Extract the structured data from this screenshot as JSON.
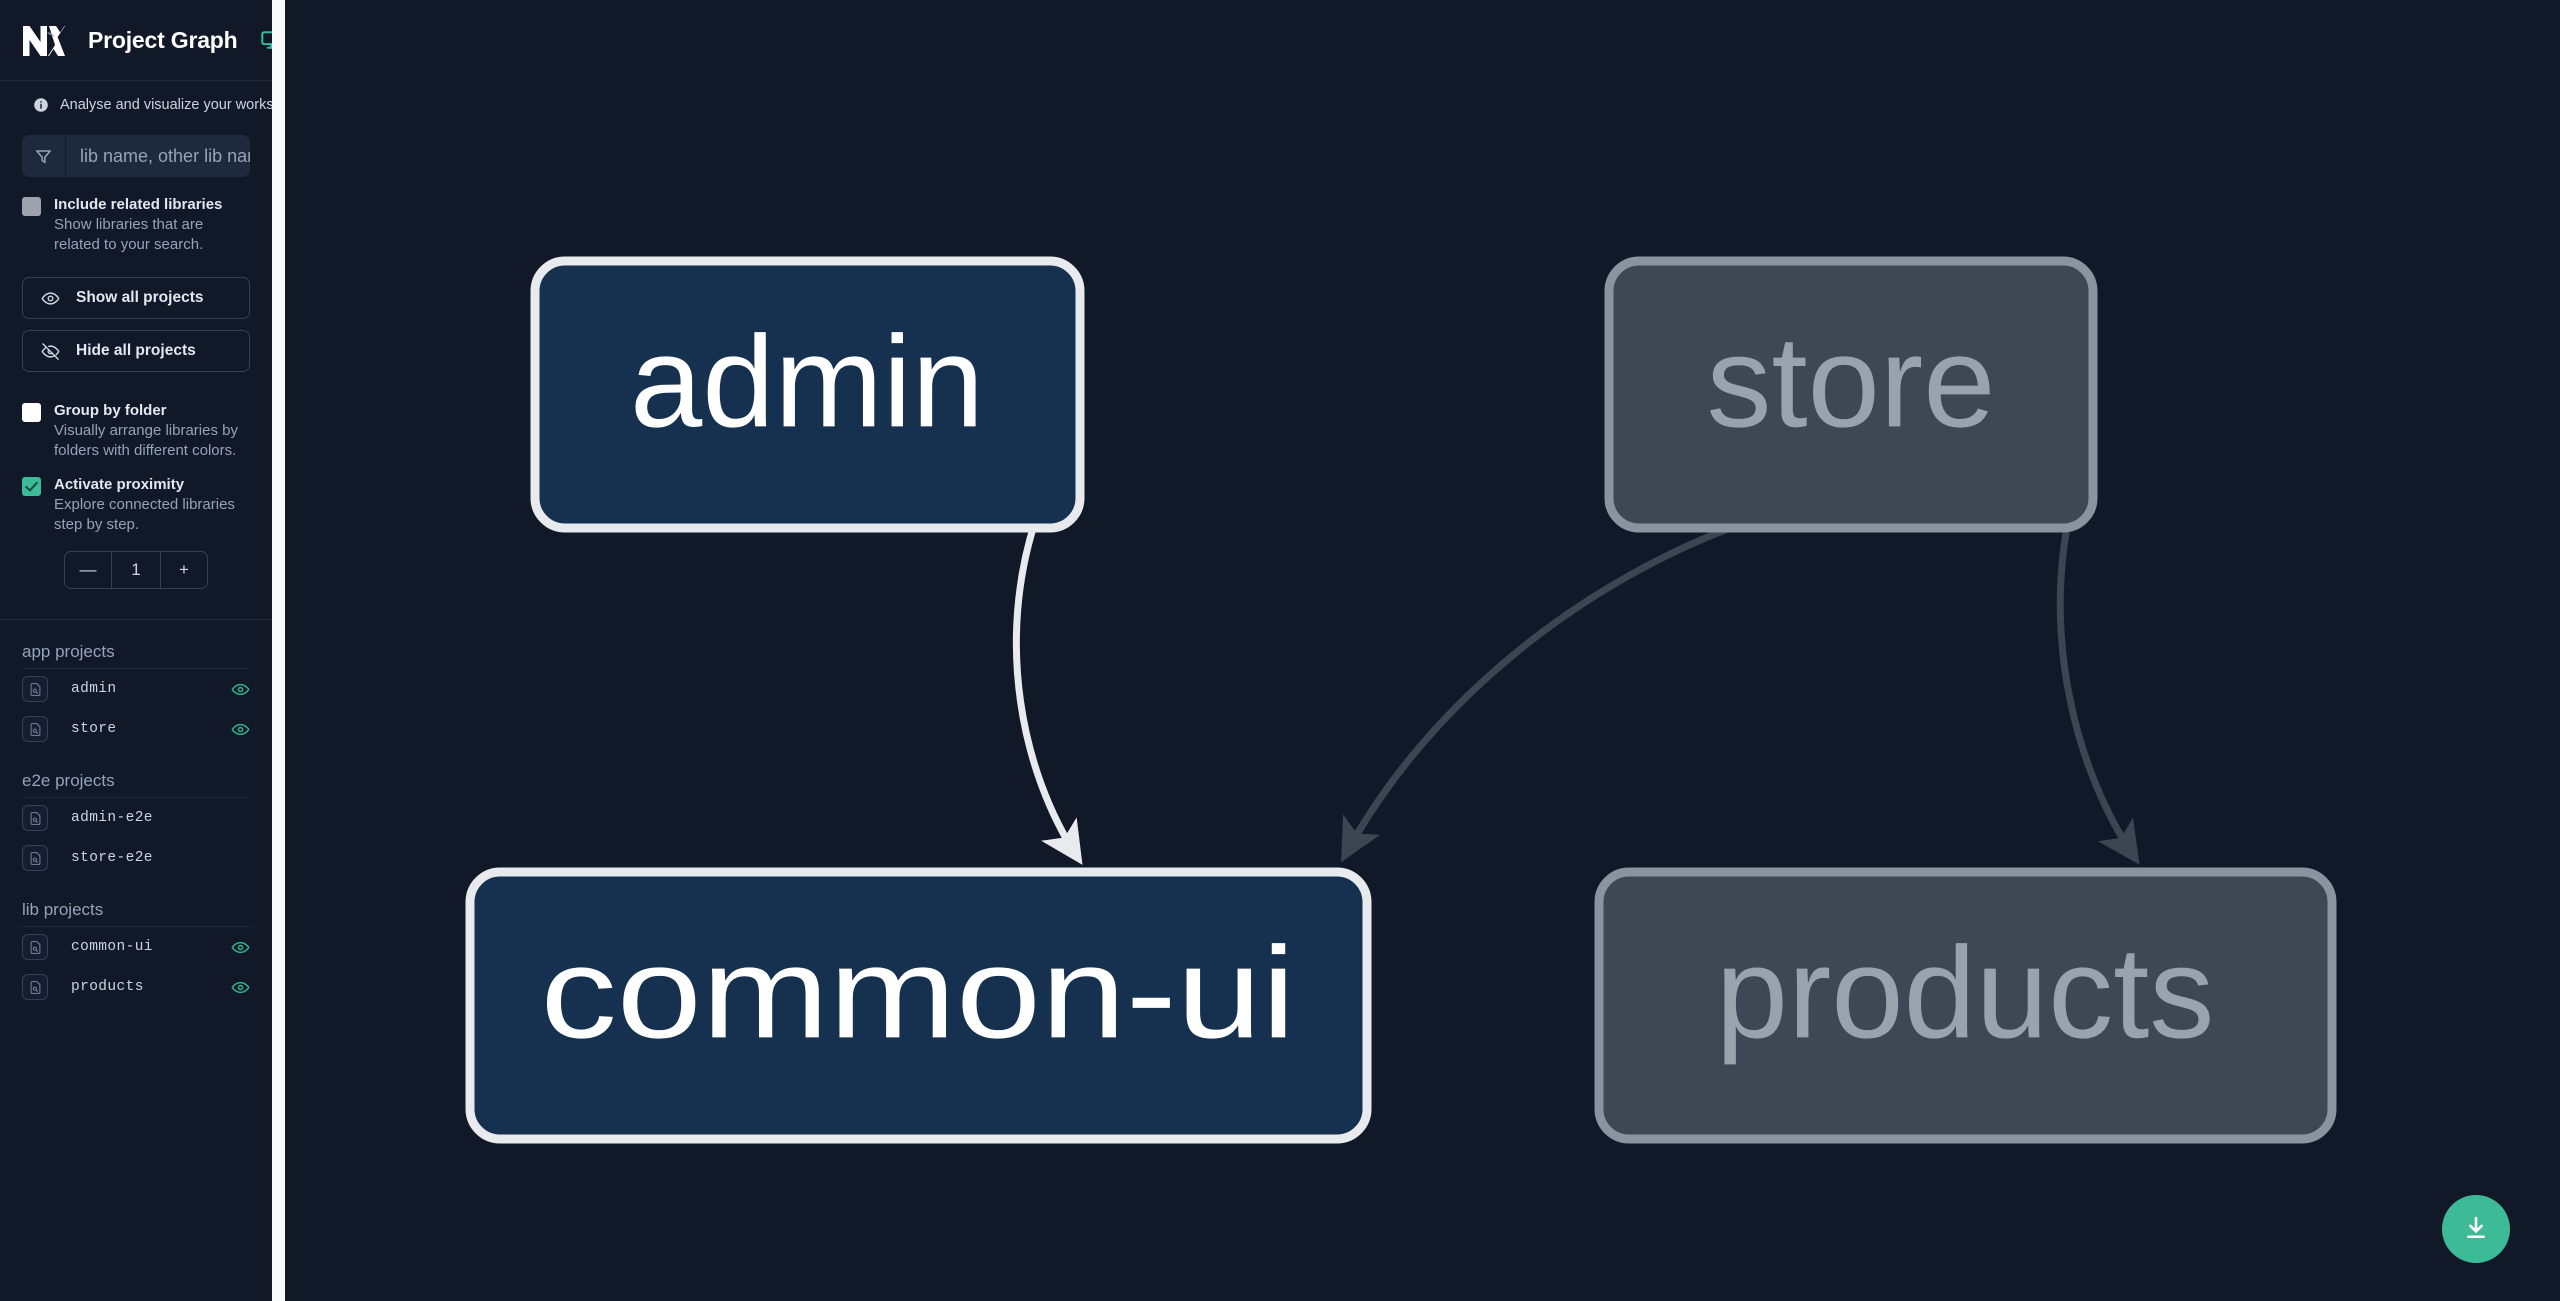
{
  "sidebar": {
    "logo_name": "nx-logo",
    "title": "Project Graph",
    "monitor_icon": "monitor-icon",
    "blurb": "Analyse and visualize your workspace.",
    "search": {
      "filter_icon": "filter-icon",
      "value": "",
      "placeholder": "lib name, other lib name"
    },
    "include_related": {
      "checked": false,
      "title": "Include related libraries",
      "description": "Show libraries that are related to your search."
    },
    "show_all_label": "Show all projects",
    "show_all_icon": "eye-icon",
    "hide_all_label": "Hide all projects",
    "hide_all_icon": "eye-slash-icon",
    "group_by_folder": {
      "checked": false,
      "title": "Group by folder",
      "description": "Visually arrange libraries by folders with different colors."
    },
    "activate_proximity": {
      "checked": true,
      "title": "Activate proximity",
      "description": "Explore connected libraries step by step."
    },
    "stepper": {
      "minus_label": "—",
      "value": "1",
      "plus_label": "+"
    },
    "groups": [
      {
        "label": "app projects",
        "items": [
          {
            "name": "admin",
            "visible": true
          },
          {
            "name": "store",
            "visible": true
          }
        ]
      },
      {
        "label": "e2e projects",
        "items": [
          {
            "name": "admin-e2e",
            "visible": false
          },
          {
            "name": "store-e2e",
            "visible": false
          }
        ]
      },
      {
        "label": "lib projects",
        "items": [
          {
            "name": "common-ui",
            "visible": true
          },
          {
            "name": "products",
            "visible": true
          }
        ]
      }
    ]
  },
  "graph": {
    "nodes": [
      {
        "id": "admin",
        "label": "admin",
        "state": "focused"
      },
      {
        "id": "store",
        "label": "store",
        "state": "dimmed"
      },
      {
        "id": "common-ui",
        "label": "common-ui",
        "state": "focused"
      },
      {
        "id": "products",
        "label": "products",
        "state": "dimmed"
      }
    ],
    "edges": [
      {
        "from": "admin",
        "to": "common-ui",
        "state": "focused"
      },
      {
        "from": "store",
        "to": "common-ui",
        "state": "dimmed"
      },
      {
        "from": "store",
        "to": "products",
        "state": "dimmed"
      }
    ],
    "colors": {
      "background": "#111827",
      "focused_fill": "#16304f",
      "focused_stroke": "#e8eaed",
      "focused_text": "#ffffff",
      "dimmed_fill": "#3f4654",
      "dimmed_stroke": "#8b93a1",
      "dimmed_text": "#9aa2ae",
      "focused_edge": "#e8eaed",
      "dimmed_edge": "#3d4452",
      "accent": "#3dbb96"
    }
  },
  "download_button": {
    "icon": "download-icon",
    "label": ""
  }
}
